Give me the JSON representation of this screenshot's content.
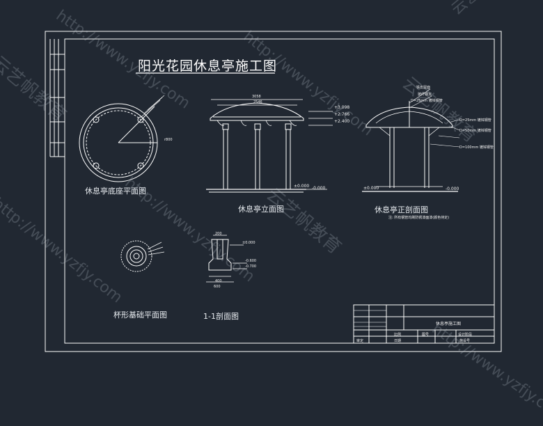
{
  "title": "阳光花园休息亭施工图",
  "captions": {
    "plan": "休息亭底座平面图",
    "elevation": "休息亭立面图",
    "section": "休息亭正剖面图",
    "cup_plan": "杯形基础平面图",
    "section_11": "1-1剖面图"
  },
  "elevation_dims": {
    "overall": "3058",
    "inner": "2546"
  },
  "levels": {
    "top": "+3.098",
    "l2": "+2.766",
    "l3": "+2.400",
    "ground": "±0.000",
    "ground_right": "-0.000"
  },
  "section_notes": [
    "铁皮屋面",
    "玻纤钢瓦",
    "D=25mm 镀锌钢管",
    "D=25mm 镀锌钢管",
    "D=50mm 镀锌钢管",
    "D=100mm 镀锌钢管"
  ],
  "section_footnote": "注: 所有钢管均刷防锈漆面漆(颜色待定)",
  "plan_radius": "r800",
  "foundation_dims": [
    "200",
    "400",
    "600"
  ],
  "foundation_levels": [
    "±0.000",
    "-0.600",
    "-0.700"
  ],
  "titleblock": {
    "drawing_title": "休息亭施工图",
    "review": "审定",
    "scale_label": "比例",
    "date_label": "日期",
    "sheet_label": "图号",
    "design_label": "设计阶段",
    "sheet_no": "施设号"
  },
  "watermarks": [
    "http://www.yzfjy.com",
    "云艺帆教育",
    "http://www.yzfjy.com",
    "云艺帆教育",
    "http://www.yzfjy.com",
    "http://www.yzfjy.com",
    "云艺帆教育",
    "http://www.yzfjy.com",
    "云艺帆教育"
  ],
  "colors": {
    "background": "#212832",
    "line": "#ffffff",
    "watermark": "#c8d2dc"
  }
}
